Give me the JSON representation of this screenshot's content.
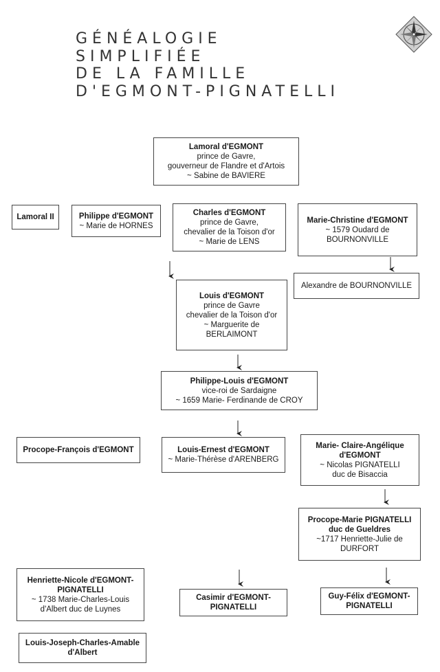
{
  "title": {
    "lines": [
      "GÉNÉALOGIE",
      "SIMPLIFIÉE",
      "DE LA FAMILLE",
      "D'EGMONT-PIGNATELLI"
    ]
  },
  "boxes": {
    "lamoral_degmont": {
      "name": "Lamoral d'EGMONT",
      "details": [
        "prince de Gavre,",
        "gouverneur de Flandre et d'Artois",
        "~ Sabine de BAVIERE"
      ]
    },
    "lamoral_ii": {
      "name": "Lamoral II",
      "details": []
    },
    "philippe_degmont": {
      "name": "Philippe d'EGMONT",
      "details": [
        "~ Marie de HORNES"
      ]
    },
    "charles_degmont": {
      "name": "Charles d'EGMONT",
      "details": [
        "prince de Gavre,",
        "chevalier de la Toison d'or",
        "~ Marie de LENS"
      ]
    },
    "marie_christine": {
      "name": "Marie-Christine d'EGMONT",
      "details": [
        "~ 1579 Oudard de",
        "BOURNONVILLE"
      ]
    },
    "alexandre": {
      "name": "",
      "details": [
        "Alexandre de BOURNONVILLE"
      ]
    },
    "louis_degmont": {
      "name": "Louis d'EGMONT",
      "details": [
        "prince de Gavre",
        "chevalier de la Toison d'or",
        "~ Marguerite de",
        "BERLAIMONT"
      ]
    },
    "philippe_louis": {
      "name": "Philippe-Louis d'EGMONT",
      "details": [
        "vice-roi de Sardaigne",
        "~ 1659 Marie- Ferdinande de CROY"
      ]
    },
    "procope_francois": {
      "name": "Procope-François d'EGMONT",
      "details": []
    },
    "louis_ernest": {
      "name": "Louis-Ernest d'EGMONT",
      "details": [
        "~ Marie-Thérèse d'ARENBERG"
      ]
    },
    "marie_claire": {
      "name": "Marie- Claire-Angélique\nd'EGMONT",
      "details": [
        "~ Nicolas PIGNATELLI",
        "duc de Bisaccia"
      ]
    },
    "procope_marie": {
      "name": "Procope-Marie PIGNATELLI\nduc de Gueldres",
      "details": [
        "~1717 Henriette-Julie de",
        "DURFORT"
      ]
    },
    "henriette_nicole": {
      "name": "Henriette-Nicole d'EGMONT-\nPIGNATELLI",
      "details": [
        "~ 1738 Marie-Charles-Louis",
        "d'Albert duc de Luynes"
      ]
    },
    "casimir": {
      "name": "Casimir d'EGMONT-\nPIGNATELLI",
      "details": []
    },
    "guy_felix": {
      "name": "Guy-Félix d'EGMONT-\nPIGNATELLI",
      "details": []
    },
    "louis_joseph": {
      "name": "Louis-Joseph-Charles-Amable\nd'Albert",
      "details": []
    }
  },
  "colors": {
    "ink": "#1a1a1a",
    "border": "#444444",
    "title": "#333333"
  },
  "icons": {
    "corner": "compass-rose-icon"
  }
}
